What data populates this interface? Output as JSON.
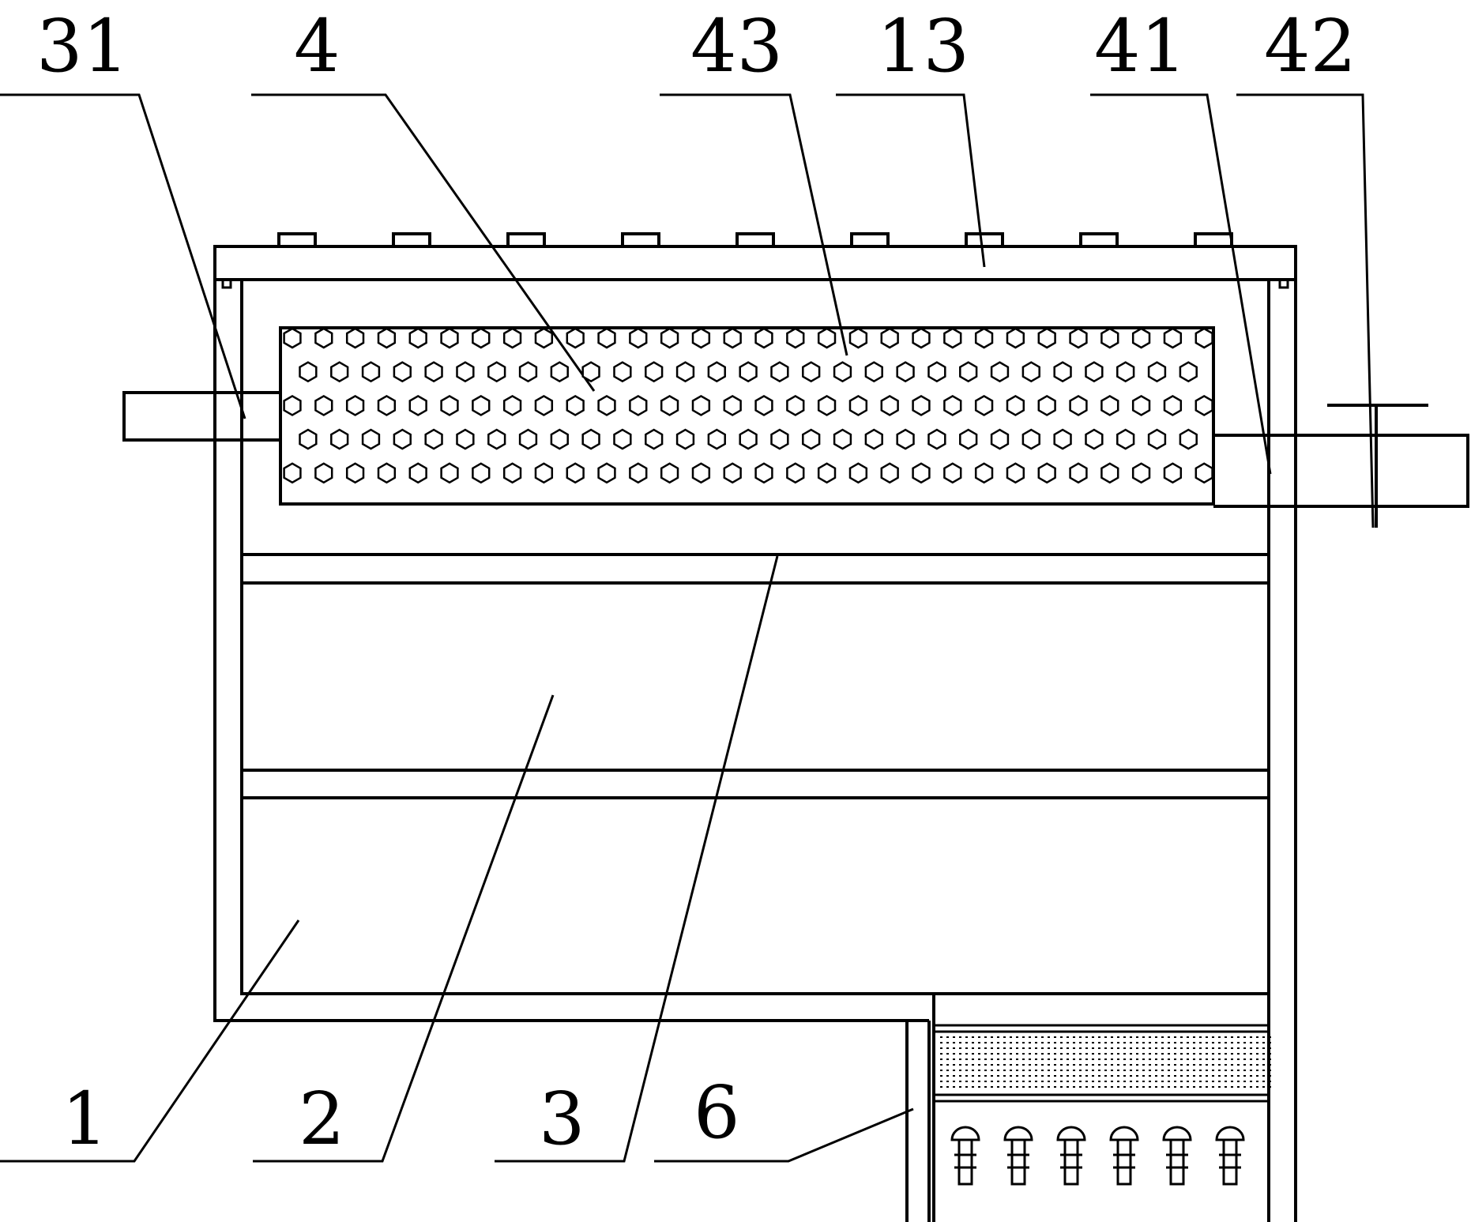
{
  "diagram": {
    "type": "patent-technical-drawing",
    "colors": {
      "line": "#000000",
      "background": "#ffffff"
    },
    "callouts": [
      {
        "id": "c31",
        "text": "31"
      },
      {
        "id": "c4",
        "text": "4"
      },
      {
        "id": "c43",
        "text": "43"
      },
      {
        "id": "c13",
        "text": "13"
      },
      {
        "id": "c41",
        "text": "41"
      },
      {
        "id": "c42",
        "text": "42"
      },
      {
        "id": "c1",
        "text": "1"
      },
      {
        "id": "c2",
        "text": "2"
      },
      {
        "id": "c3",
        "text": "3"
      },
      {
        "id": "c6",
        "text": "6"
      }
    ]
  }
}
